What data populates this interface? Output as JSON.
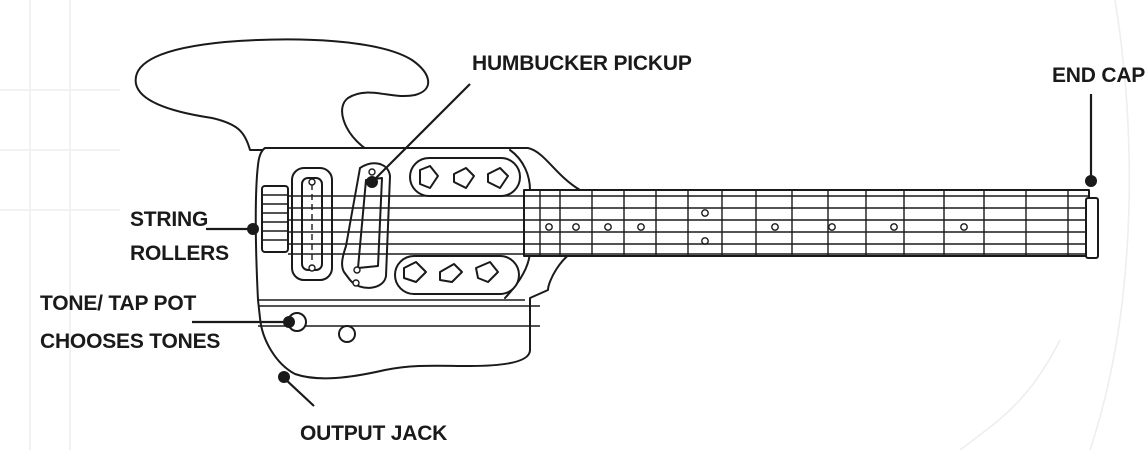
{
  "labels": {
    "humbucker": "HUMBUCKER PICKUP",
    "end_cap": "END CAP",
    "string_rollers_1": "STRING",
    "string_rollers_2": "ROLLERS",
    "tone_pot_1": "TONE/ TAP POT",
    "tone_pot_2": "CHOOSES TONES",
    "output_jack": "OUTPUT JACK"
  },
  "colors": {
    "ink": "#1a1a1a",
    "background": "#ffffff",
    "watermark": "#eeeeee"
  }
}
